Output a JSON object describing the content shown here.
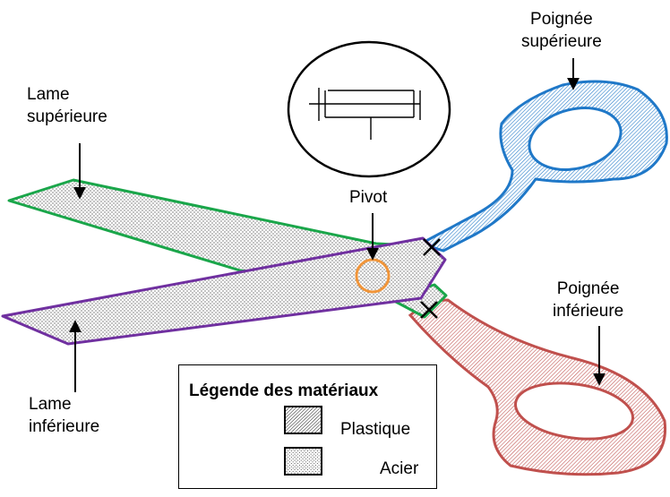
{
  "labels": {
    "upper_blade": [
      "Lame",
      "supérieure"
    ],
    "lower_blade": [
      "Lame",
      "inférieure"
    ],
    "pivot": "Pivot",
    "upper_handle": [
      "Poignée",
      "supérieure"
    ],
    "lower_handle": [
      "Poignée",
      "inférieure"
    ]
  },
  "legend": {
    "title": "Légende des matériaux",
    "items": [
      {
        "label": "Plastique",
        "pattern": "hatched"
      },
      {
        "label": "Acier",
        "pattern": "dotted"
      }
    ]
  },
  "colors": {
    "upper_blade_outline": "#1aa64a",
    "lower_blade_outline": "#7030a0",
    "upper_handle_outline": "#1f78c8",
    "lower_handle_outline": "#c0504d",
    "pivot_circle": "#f0953a",
    "ink": "#000000"
  },
  "icons": {
    "pivot_mark": "circle",
    "rivet_marks": "cross",
    "detail_view": "circle-with-cross-section-icon"
  }
}
